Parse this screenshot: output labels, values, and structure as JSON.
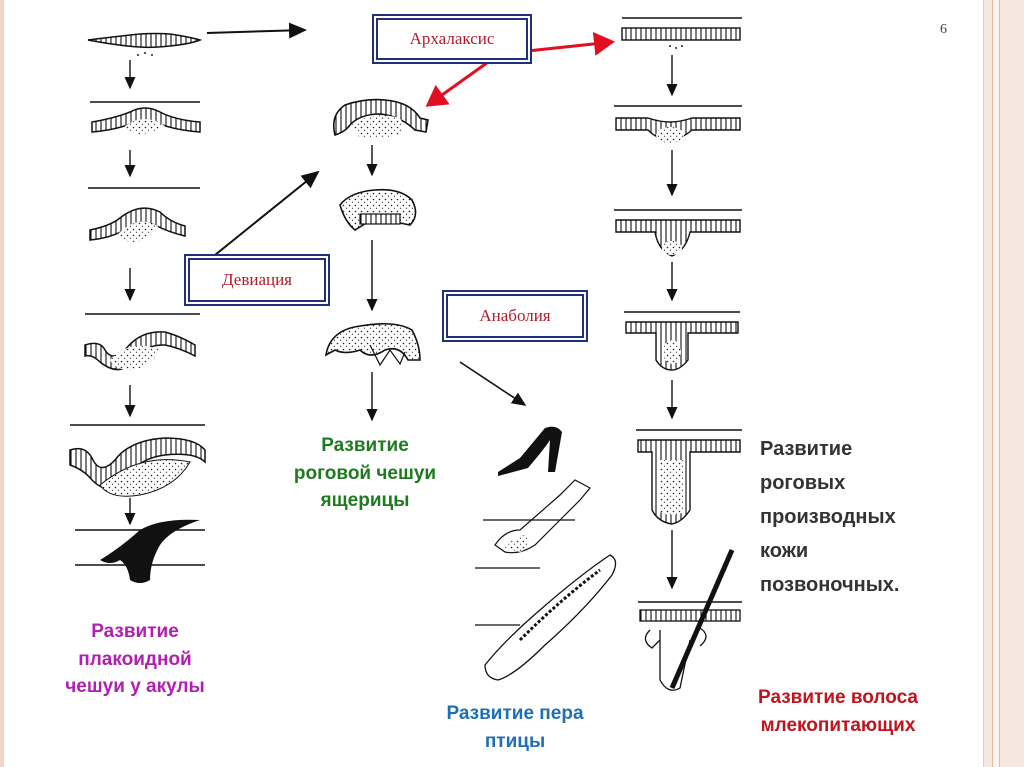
{
  "page_number": "6",
  "labels": {
    "archallaxis": "Архалаксис",
    "deviation": "Девиация",
    "anabolia": "Анаболия"
  },
  "captions": {
    "shark": {
      "lines": [
        "Развитие",
        "плакоидной",
        "чешуи у акулы"
      ],
      "color": "#b020b0"
    },
    "lizard": {
      "lines": [
        "Развитие",
        "роговой чешуи",
        "ящерицы"
      ],
      "color": "#1f7a1f"
    },
    "bird": {
      "lines": [
        "Развитие пера",
        "птицы"
      ],
      "color": "#1f6fb5"
    },
    "vertebrates": {
      "lines": [
        "Развитие",
        "роговых",
        "производных",
        "кожи",
        "позвоночных."
      ],
      "color": "#333333"
    },
    "mammal": {
      "lines": [
        "Развитие волоса",
        "млекопитающих"
      ],
      "color": "#c0141c"
    }
  },
  "colors": {
    "frame": "#f5e6df",
    "label_border": "#20307a",
    "label_text": "#b01c2a",
    "red_arrow": "#e01020"
  }
}
